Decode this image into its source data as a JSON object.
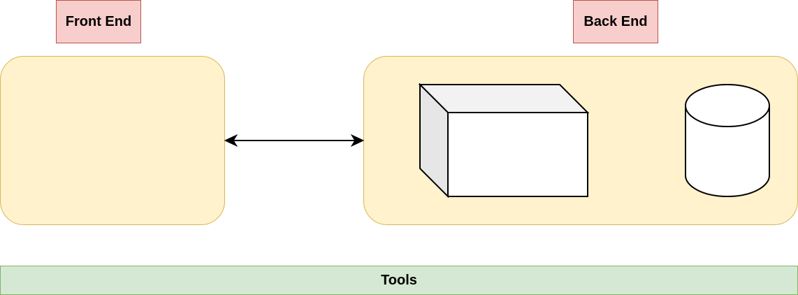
{
  "labels": {
    "front_end": "Front End",
    "back_end": "Back End",
    "tools": "Tools"
  },
  "colors": {
    "label_fill": "#f8cecc",
    "label_stroke": "#b85450",
    "container_fill": "#fff2cc",
    "container_stroke": "#d6b656",
    "tools_fill": "#d5e8d4",
    "tools_stroke": "#82b366",
    "line": "#000000",
    "cube_top": "#f2f2f2",
    "cube_side": "#e6e6e6",
    "cube_front": "#ffffff"
  },
  "shapes": {
    "server": "cube",
    "database": "cylinder",
    "connector": "bidirectional-arrow"
  }
}
